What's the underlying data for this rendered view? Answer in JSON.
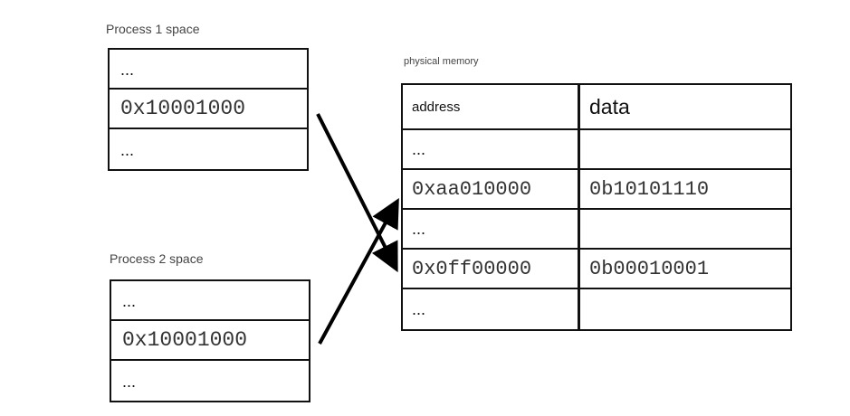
{
  "process1": {
    "title": "Process 1 space",
    "cells": [
      "...",
      "0x10001000",
      "..."
    ]
  },
  "process2": {
    "title": "Process 2 space",
    "cells": [
      "...",
      "0x10001000",
      "..."
    ]
  },
  "physical_memory": {
    "title": "physical memory",
    "header": {
      "address": "address",
      "data": "data"
    },
    "rows": [
      {
        "address": "...",
        "data": ""
      },
      {
        "address": "0xaa010000",
        "data": "0b10101110"
      },
      {
        "address": "...",
        "data": ""
      },
      {
        "address": "0x0ff00000",
        "data": "0b00010001"
      },
      {
        "address": "...",
        "data": ""
      }
    ]
  },
  "mappings": [
    {
      "from": "process1.0x10001000",
      "to": "physical_memory.0x0ff00000"
    },
    {
      "from": "process2.0x10001000",
      "to": "physical_memory.0xaa010000"
    }
  ]
}
